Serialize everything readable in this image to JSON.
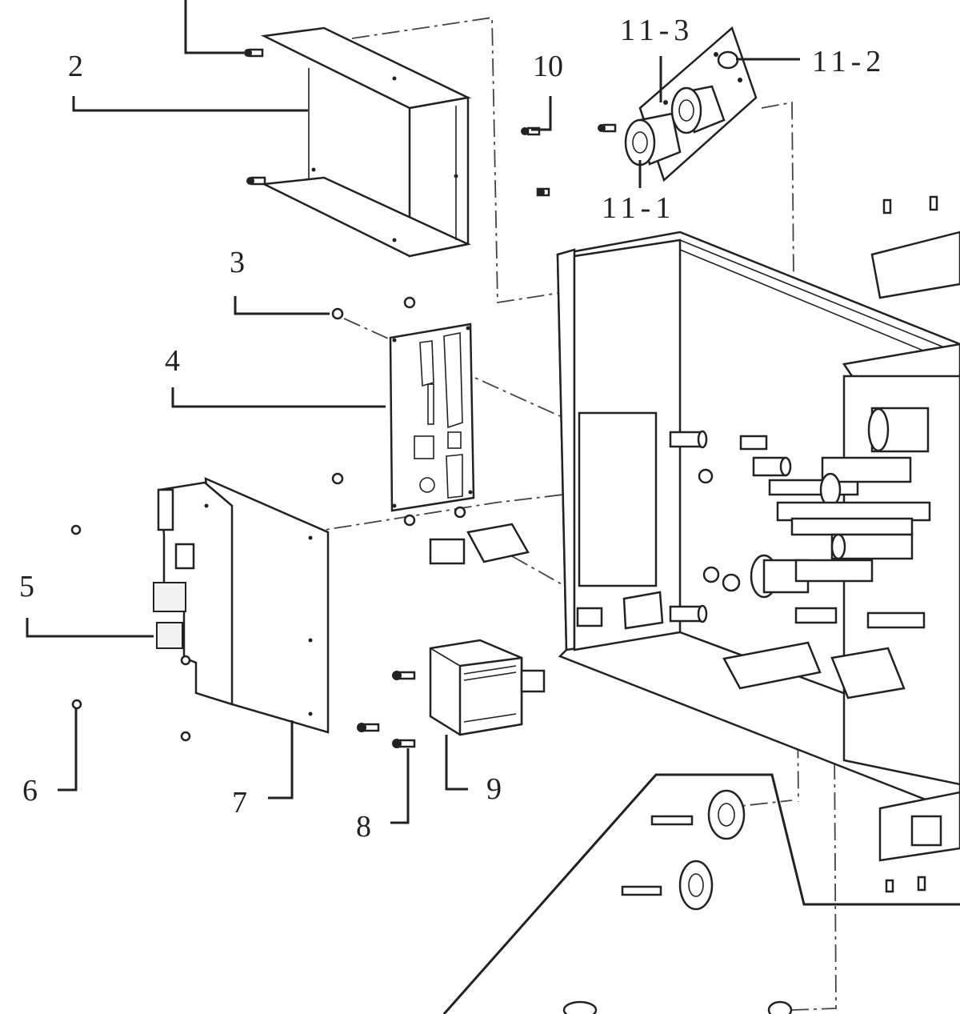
{
  "diagram": {
    "labels": {
      "l2": "2",
      "l3": "3",
      "l4": "4",
      "l5": "5",
      "l6": "6",
      "l7": "7",
      "l8": "8",
      "l9": "9",
      "l10": "10",
      "l11_1": "11-1",
      "l11_2": "11-2",
      "l11_3": "11-3"
    }
  }
}
